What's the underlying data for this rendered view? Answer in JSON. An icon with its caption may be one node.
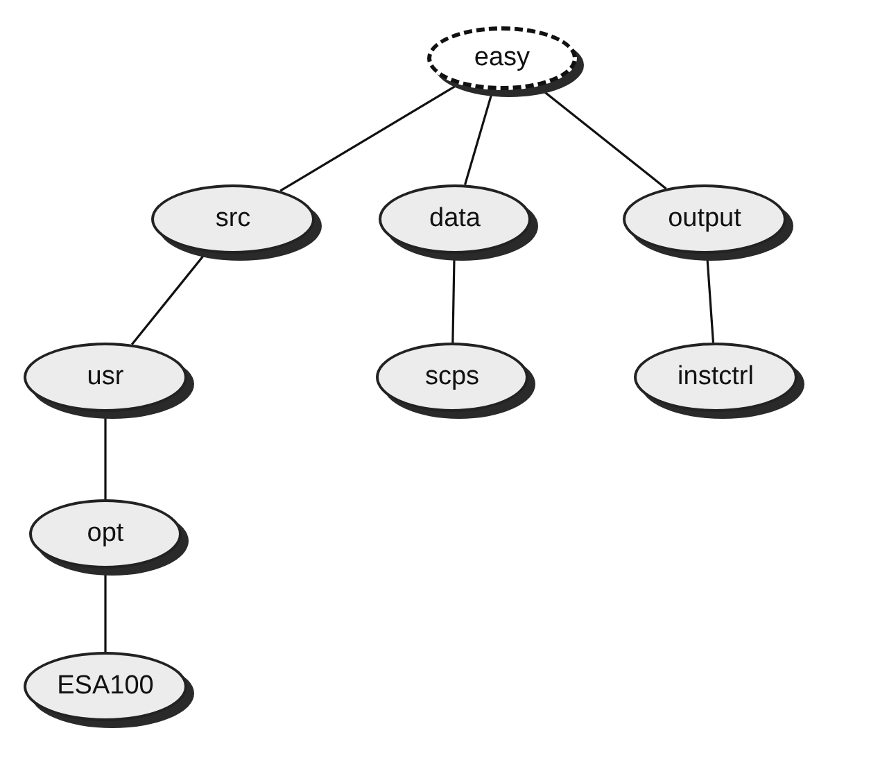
{
  "diagram": {
    "nodes": [
      {
        "text": [
          "easy"
        ]
      },
      {
        "text": [
          "src"
        ]
      },
      {
        "text": [
          "data"
        ]
      },
      {
        "text": [
          "output"
        ]
      },
      {
        "text": [
          "usr"
        ]
      },
      {
        "text": [
          "scps"
        ]
      },
      {
        "text": [
          "instctrl"
        ]
      },
      {
        "text": [
          "opt"
        ]
      },
      {
        "text": [
          "ESA100"
        ]
      }
    ],
    "edges": [
      {
        "from": 0,
        "to": 1,
        "arrow": "none"
      },
      {
        "from": 0,
        "to": 2,
        "arrow": "none"
      },
      {
        "from": 0,
        "to": 3,
        "arrow": "none"
      },
      {
        "from": 1,
        "to": 4,
        "arrow": "none"
      },
      {
        "from": 2,
        "to": 5,
        "arrow": "none"
      },
      {
        "from": 3,
        "to": 6,
        "arrow": "none"
      },
      {
        "from": 4,
        "to": 7,
        "arrow": "none"
      },
      {
        "from": 7,
        "to": 8,
        "arrow": "none"
      }
    ]
  }
}
